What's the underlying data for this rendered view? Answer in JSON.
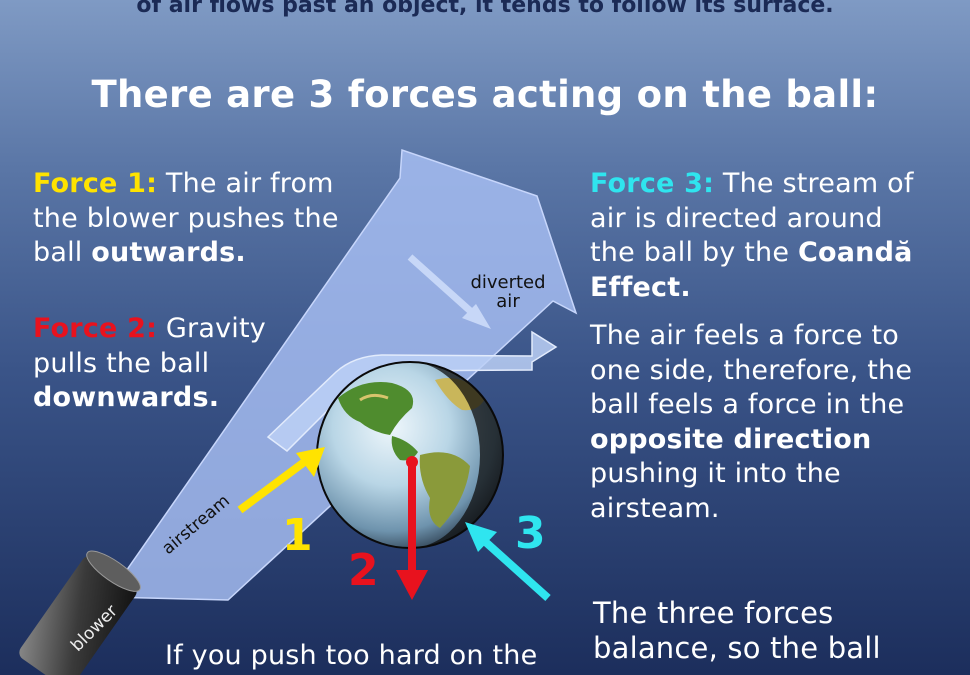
{
  "header": {
    "top_line": "of air flows past an object, it tends to follow its surface.",
    "heading": "There are 3 forces acting on the ball:"
  },
  "force1": {
    "label": "Force 1:",
    "text_a": " The air from the blower pushes the ball ",
    "bold": "outwards."
  },
  "force2": {
    "label": "Force 2:",
    "text_a": " Gravity pulls  the ball ",
    "bold": "downwards."
  },
  "force3": {
    "label": "Force 3:",
    "text_a": " The stream of air is directed around the ball by the ",
    "bold": "Coandă Effect."
  },
  "explanation": {
    "text_a": "The air feels a force to one side, therefore, the ball feels a force in the ",
    "bold": "opposite direction",
    "text_b": " pushing it into the airsteam."
  },
  "bottom_left": "If you push too hard on the",
  "bottom_right_a": "The three forces",
  "bottom_right_b": "balance, so the ball",
  "diagram": {
    "diverted_air_1": "diverted",
    "diverted_air_2": "air",
    "airstream": "airstream",
    "blower": "blower",
    "num1": "1",
    "num2": "2",
    "num3": "3"
  },
  "colors": {
    "force1": "#ffe300",
    "force2": "#e8121e",
    "force3": "#2fe5ef",
    "stream": "#a8c0f4"
  }
}
